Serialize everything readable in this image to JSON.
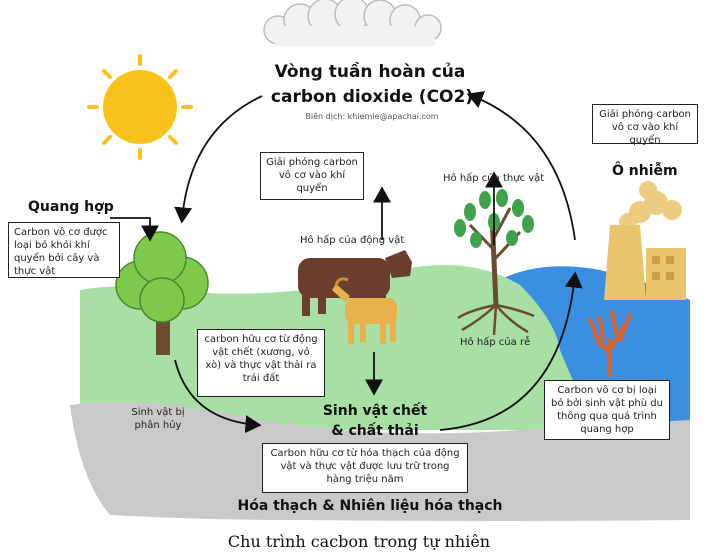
{
  "title_line1": "Vòng tuần hoàn của",
  "title_line2": "carbon dioxide (CO2)",
  "credit": "Biên dịch: khiemle@apachai.com",
  "photosynthesis": {
    "heading": "Quang hợp",
    "box": "Carbon vô cơ được loại bỏ khỏi khí quyển bởi cây và thực vật"
  },
  "animal_respiration": {
    "box": "Giải phóng carbon vô cơ vào khí quyển",
    "label": "Hô hấp của động vật"
  },
  "plant_respiration": "Hô hấp của thực vật",
  "root_respiration": "Hô hấp của rễ",
  "pollution": {
    "box": "Giải phóng carbon vô cơ vào khí quyển",
    "heading": "Ô nhiễm"
  },
  "decomposition": {
    "box": "carbon hữu cơ từ động vật chết (xương, vỏ xò) và thực vật thải ra trái đất",
    "decomposers": "Sinh vật bị phân hủy",
    "dead_heading_1": "Sinh vật chết",
    "dead_heading_2": "& chất thải"
  },
  "ocean": {
    "box": "Carbon vô cơ bị loại bỏ bởi sinh vật phù du thông qua quá trình quang hợp"
  },
  "fossil": {
    "box": "Carbon hữu cơ từ hóa thạch của động vật và thực vật được lưu trữ trong hàng triệu năm",
    "heading": "Hóa thạch & Nhiên liệu hóa thạch"
  },
  "caption": "Chu trình cacbon trong tự nhiên",
  "colors": {
    "sun": "#F9C21B",
    "grass": "#A7DFA4",
    "ground": "#C9C9C9",
    "water": "#3A8FE0",
    "tree": "#7DC94B",
    "trunk": "#6B4B32",
    "cow": "#6B3E2E",
    "goat": "#E8B14A",
    "factory": "#E9C46A",
    "coral": "#D9622B"
  }
}
